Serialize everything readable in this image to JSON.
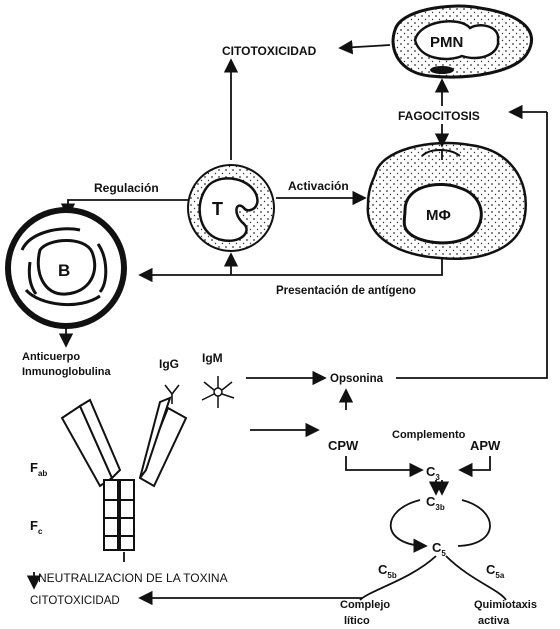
{
  "labels": {
    "citotoxicidad_top": "CITOTOXICIDAD",
    "pmn": "PMN",
    "fagocitosis": "FAGOCITOSIS",
    "regulacion": "Regulación",
    "activacion": "Activación",
    "t_cell": "T",
    "macrophage": "MΦ",
    "b_cell": "B",
    "presentacion": "Presentación de antígeno",
    "anticuerpo": "Anticuerpo",
    "inmunoglobulina": "Inmunoglobulina",
    "igg": "IgG",
    "igm": "IgM",
    "opsonina": "Opsonina",
    "complemento": "Complemento",
    "cpw": "CPW",
    "apw": "APW",
    "c3_base": "C",
    "c3_sub": "3",
    "c3b_base": "C",
    "c3b_sub": "3b",
    "c5_base": "C",
    "c5_sub": "5",
    "c5b_base": "C",
    "c5b_sub": "5b",
    "c5a_base": "C",
    "c5a_sub": "5a",
    "fab_base": "F",
    "fab_sub": "ab",
    "fc_base": "F",
    "fc_sub": "c",
    "neutralizacion": "NEUTRALIZACION DE LA TOXINA",
    "citotoxicidad_bottom": "CITOTOXICIDAD",
    "complejo": "Complejo",
    "litico": "lítico",
    "quimiotaxis": "Quimiotaxis",
    "activa": "activa"
  }
}
